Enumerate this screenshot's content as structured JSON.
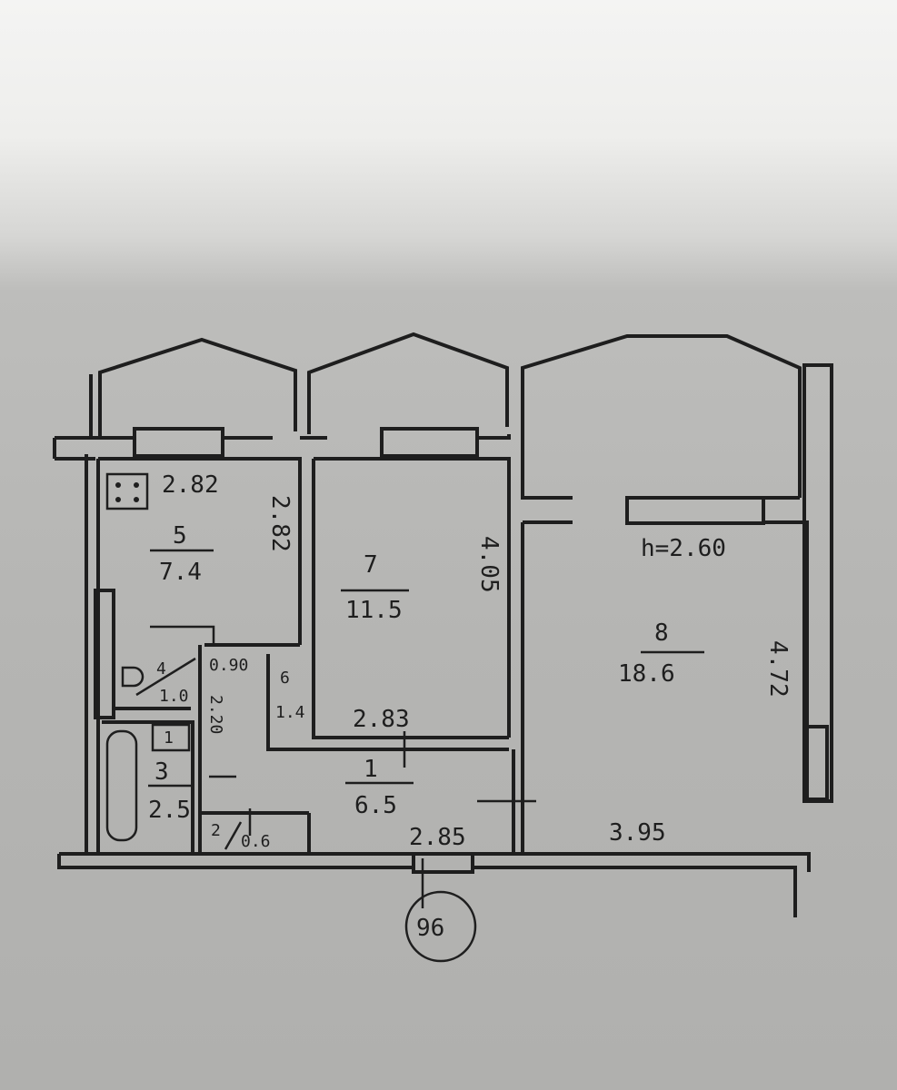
{
  "plan": {
    "kitchen": {
      "number": "5",
      "area": "7.4",
      "width": "2.82",
      "length": "2.82"
    },
    "bedroom": {
      "number": "7",
      "area": "11.5",
      "length": "4.05",
      "width": "2.83"
    },
    "living_room": {
      "number": "8",
      "area": "18.6",
      "length": "4.72",
      "width": "3.95",
      "ceiling_height": "h=2.60"
    },
    "hall": {
      "number": "1",
      "area": "6.5",
      "width": "2.85",
      "length": "2.20",
      "door_width": "0.90"
    },
    "toilet": {
      "number": "4",
      "area": "1.0"
    },
    "bathroom": {
      "number": "3",
      "area": "2.5"
    },
    "closet": {
      "number": "2",
      "area": "0.6"
    },
    "wardrobe": {
      "number": "6",
      "area": "1.4"
    },
    "bath_fixture": "1",
    "apartment_number": "96"
  }
}
